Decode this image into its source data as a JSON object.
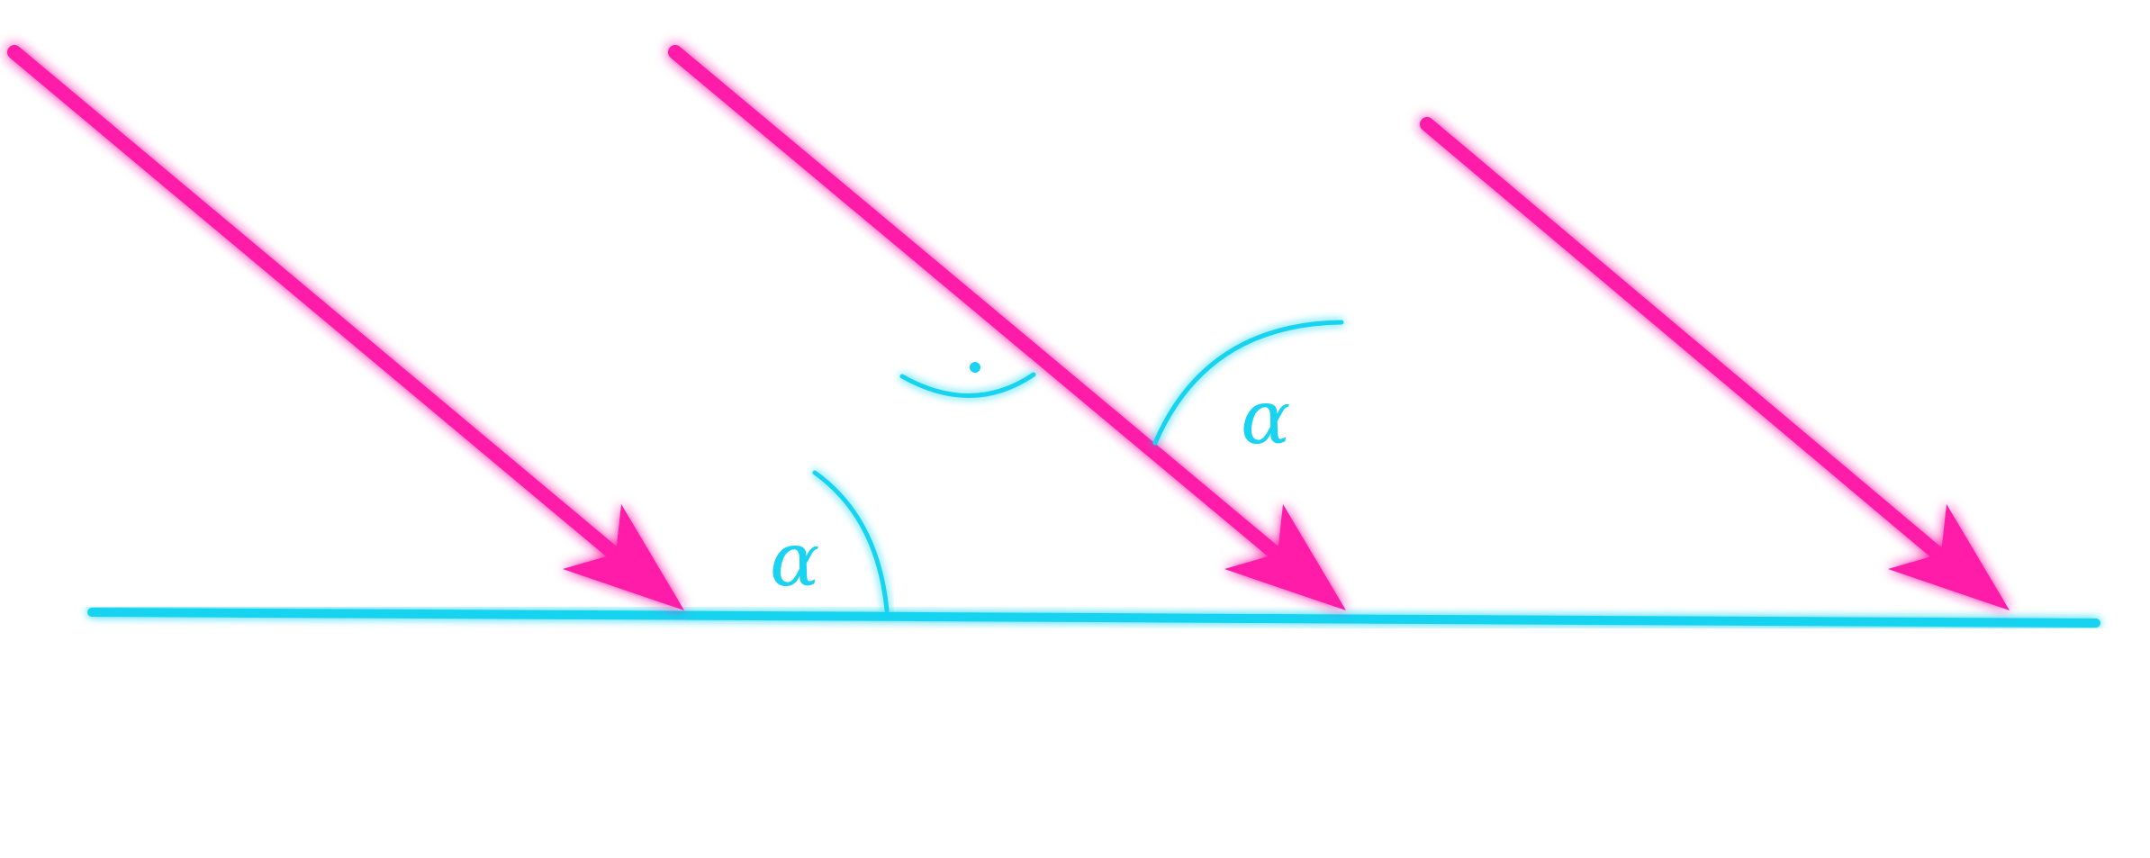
{
  "colors": {
    "arrow": "#ff1aa8",
    "arrow_glow": "#ff7fd0",
    "line": "#19d3f0",
    "line_glow": "#8eeafa",
    "background": "#ffffff"
  },
  "labels": {
    "angle_ground": "α",
    "angle_ray": "α"
  },
  "elements": {
    "arrows": [
      {
        "name": "sun-ray-arrow-1"
      },
      {
        "name": "sun-ray-arrow-2"
      },
      {
        "name": "sun-ray-arrow-3"
      }
    ],
    "right_angle_dot": "·"
  }
}
